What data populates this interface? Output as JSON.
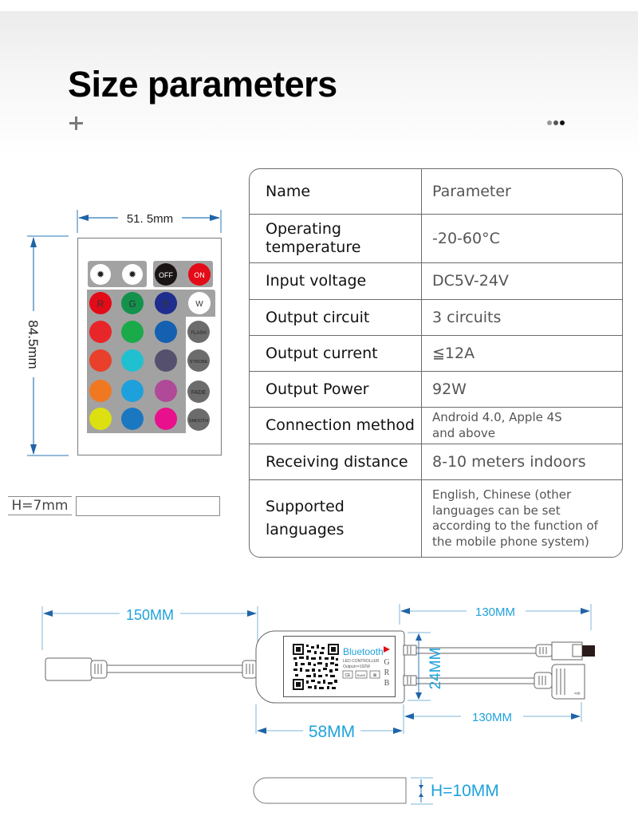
{
  "header": {
    "title": "Size parameters",
    "plus_icon": "plus-icon",
    "more_icon": "dots-icon"
  },
  "remote": {
    "width_label": "51. 5mm",
    "height_label": "84.5mm",
    "thickness_label": "H=7mm",
    "buttons": {
      "brightness_up": "brightness-up-icon",
      "brightness_down": "brightness-down-icon",
      "off": "OFF",
      "on": "ON",
      "r": "R",
      "g": "G",
      "b": "B",
      "w": "W",
      "flash": "FLASH",
      "strobe": "STROBE",
      "fade": "FADE",
      "smooth": "SMOOTH"
    },
    "color_grid": [
      [
        "#e8262a",
        "#1aaa4a",
        "#1560b0"
      ],
      [
        "#e8402a",
        "#20c0d0",
        "#55506e"
      ],
      [
        "#f07820",
        "#1ea0dc",
        "#b04a98"
      ],
      [
        "#dce010",
        "#1a78c0",
        "#e8108c"
      ]
    ],
    "colors": {
      "r": "#e30b17",
      "g": "#13924b",
      "b": "#1f2d8e",
      "off": "#1a1414",
      "on": "#e30b17",
      "mode": "#6c6c6c",
      "panel": "#a2a2a2"
    }
  },
  "table": {
    "header": {
      "name": "Name",
      "value": "Parameter"
    },
    "rows": [
      {
        "name": "Operating temperature",
        "value": "-20-60°C"
      },
      {
        "name": "Input voltage",
        "value": "DC5V-24V"
      },
      {
        "name": "Output circuit",
        "value": "3 circuits"
      },
      {
        "name": "Output current",
        "value": "≦12A"
      },
      {
        "name": "Output Power",
        "value": "92W"
      },
      {
        "name": "Connection method",
        "value": "Android 4.0, Apple 4S and above"
      },
      {
        "name": "Receiving distance",
        "value": "8-10 meters indoors"
      },
      {
        "name": "Supported languages",
        "value": "English, Chinese (other languages can be set according to the function of the mobile phone system)"
      }
    ]
  },
  "controller": {
    "input_cable_length": "150MM",
    "output_cable_length_top": "130MM",
    "output_cable_length_bottom": "130MM",
    "body_length": "58MM",
    "body_width": "24MM",
    "height_label": "H=10MM",
    "label": {
      "brand": "Bluetooth",
      "subtitle": "LED CONTROLLER",
      "output": "Output<=192W",
      "ce": "CE",
      "rohs": "RoHS",
      "gRB": [
        "G",
        "R",
        "B"
      ]
    },
    "accent_color": "#1fa2dc",
    "dimension_color": "#2a7ab8"
  }
}
